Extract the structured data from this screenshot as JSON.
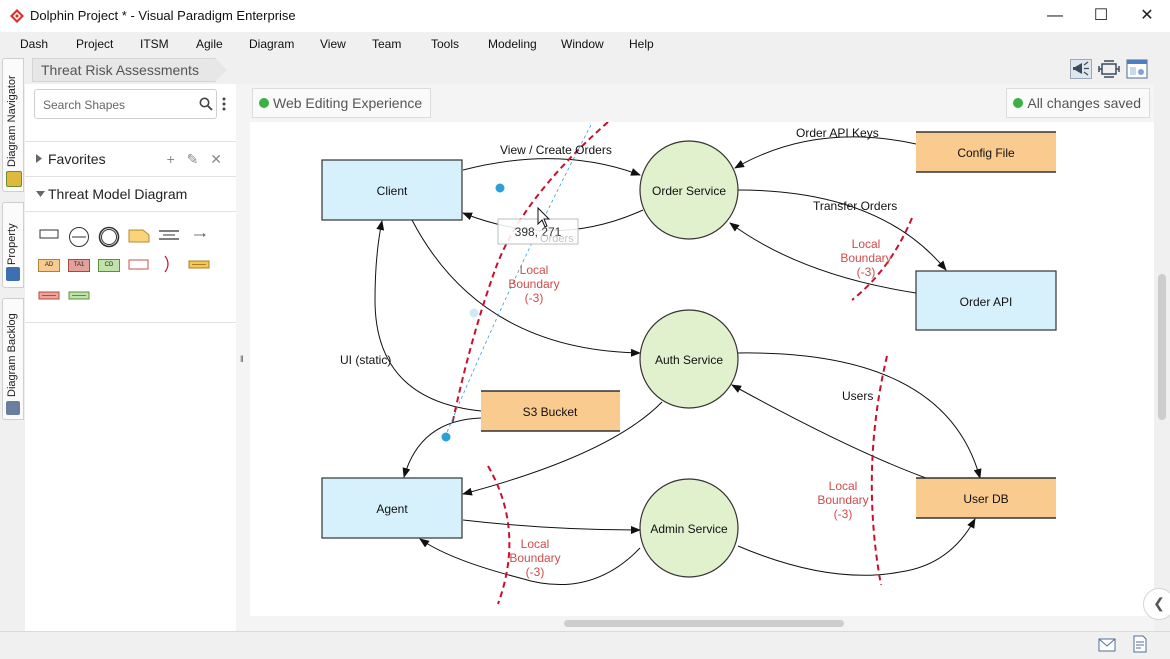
{
  "window": {
    "title": "Dolphin Project * - Visual Paradigm Enterprise",
    "minimize": "—",
    "maximize": "☐",
    "close": "✕"
  },
  "menu": [
    "Dash",
    "Project",
    "ITSM",
    "Agile",
    "Diagram",
    "View",
    "Team",
    "Tools",
    "Modeling",
    "Window",
    "Help"
  ],
  "left_tabs": {
    "navigator": "Diagram Navigator",
    "property": "Property",
    "backlog": "Diagram Backlog"
  },
  "breadcrumb": {
    "current": "Threat Risk Assessments"
  },
  "panel": {
    "search_placeholder": "Search Shapes",
    "favorites": "Favorites",
    "favorites_actions": "+ ✎ ✕",
    "section": "Threat Model Diagram",
    "palette_labels": {
      "ad": "AD",
      "ta": "TA1",
      "cd": "CD"
    }
  },
  "canvas": {
    "status_left": "Web Editing Experience",
    "status_right": "All changes saved"
  },
  "diagram": {
    "nodes": {
      "client": "Client",
      "order_service": "Order Service",
      "config_file": "Config File",
      "order_api": "Order API",
      "auth_service": "Auth Service",
      "s3_bucket": "S3 Bucket",
      "agent": "Agent",
      "admin_service": "Admin Service",
      "user_db": "User DB"
    },
    "flows": {
      "view_create_orders": "View / Create Orders",
      "order_api_keys": "Order API Keys",
      "transfer_orders": "Transfer Orders",
      "orders": "Orders",
      "ui_static": "UI (static)",
      "users": "Users"
    },
    "boundary": {
      "line1": "Local",
      "line2": "Boundary",
      "line3": "(-3)"
    },
    "tooltip": "398, 271"
  },
  "colors": {
    "external_entity": "#d6f1fb",
    "process": "#e1f0cd",
    "data_store": "#f9cb8f",
    "boundary": "#c8102e",
    "boundary_label": "#d24b4b",
    "ok_dot": "#3cb043"
  }
}
